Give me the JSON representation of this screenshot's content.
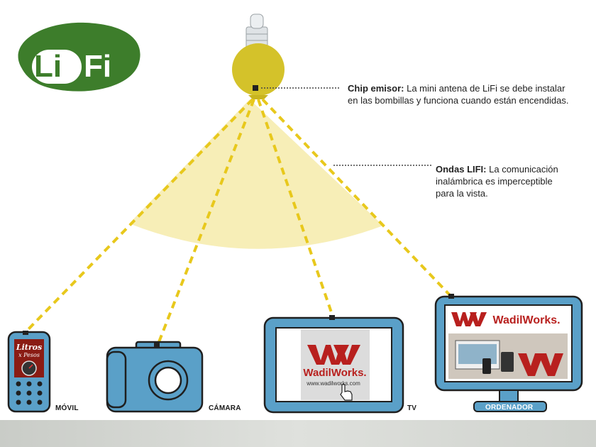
{
  "logo": {
    "text_left": "Li",
    "text_right": "Fi",
    "color": "#3d7d2b"
  },
  "annotations": {
    "chip": {
      "title": "Chip emisor:",
      "line1": "La mini antena de LiFi se debe instalar",
      "line2": "en las bombillas y funciona cuando están encendidas."
    },
    "waves": {
      "title": "Ondas LIFI:",
      "line1": "La comunicación",
      "line2": "inalámbrica  es imperceptible",
      "line3": "para la vista."
    }
  },
  "devices": {
    "phone": {
      "label": "MÓVIL",
      "screen_line1": "Litros",
      "screen_line2": "x Pesos"
    },
    "camera": {
      "label": "CÁMARA"
    },
    "tv": {
      "label": "TV",
      "brand": "WadilWorks.",
      "url": "www.wadilworks.com"
    },
    "computer": {
      "label": "ORDENADOR",
      "brand": "WadilWorks."
    }
  },
  "colors": {
    "bulb": "#d4c22a",
    "light": "#f7eeb7",
    "ray": "#e8c81c",
    "device": "#5aa0c8",
    "brand_red": "#b8201e"
  }
}
